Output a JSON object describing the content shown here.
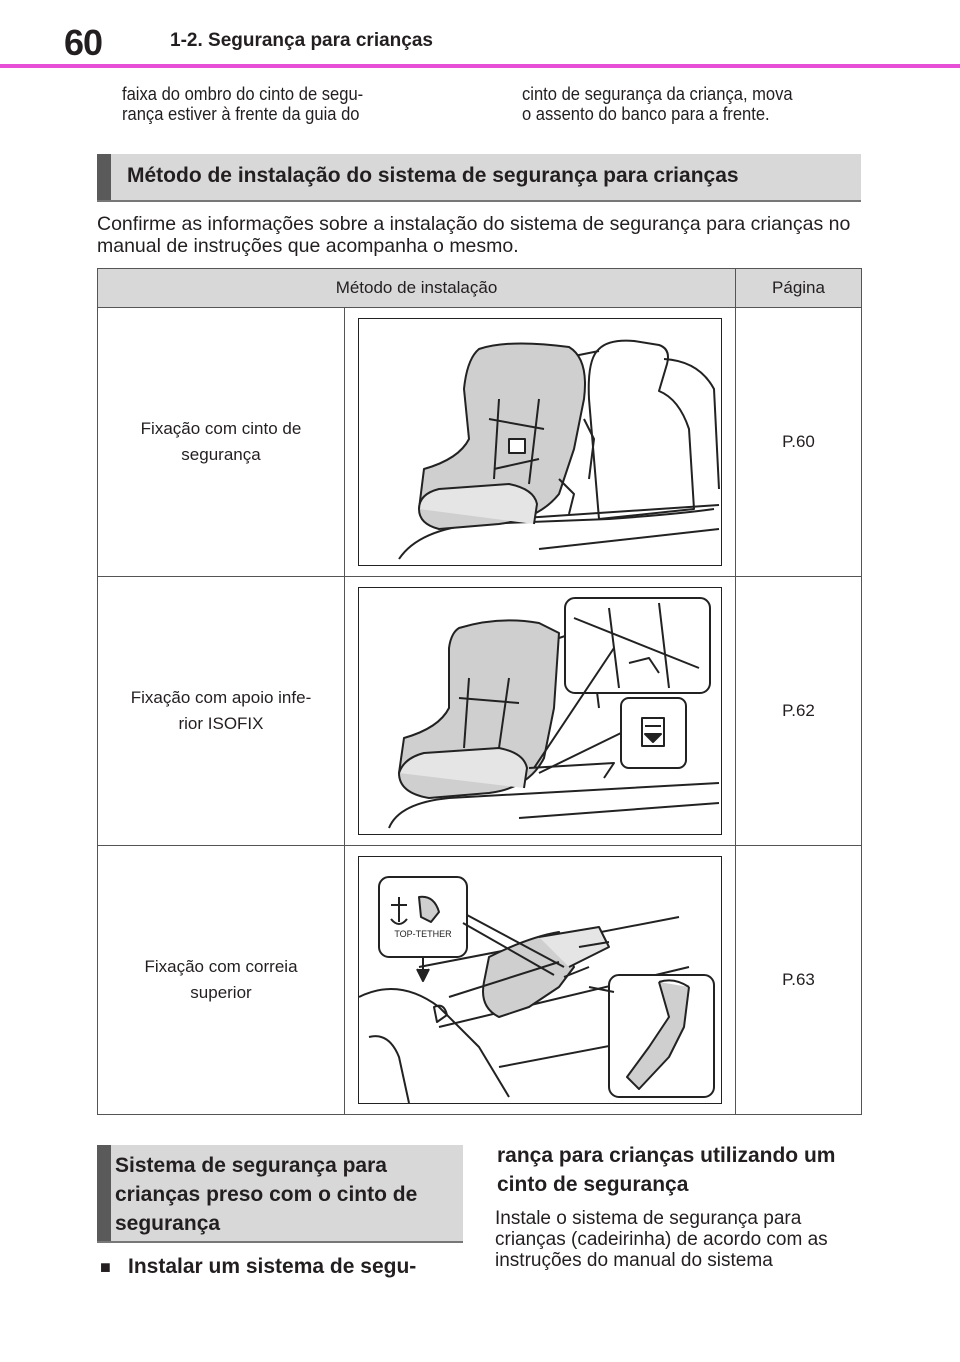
{
  "header": {
    "page_number": "60",
    "section_title": "1-2. Segurança para crianças"
  },
  "continuation": {
    "left": "faixa do ombro do cinto de segu-\nrança estiver à frente da guia do",
    "right": "cinto de segurança da criança, mova\no assento do banco para a frente."
  },
  "section1": {
    "heading": "Método de instalação do sistema de segurança para crianças",
    "intro": "Confirme as informações sobre a instalação do sistema de segurança para crianças no manual de instruções que acompanha o mesmo."
  },
  "table": {
    "headers": [
      "Método de instalação",
      "Página"
    ],
    "rows": [
      {
        "method": "Fixação com cinto de segurança",
        "page": "P.60",
        "image_icon": "seat-belt-installation-illustration"
      },
      {
        "method": "Fixação com apoio infe-\nrior ISOFIX",
        "page": "P.62",
        "image_icon": "isofix-installation-illustration"
      },
      {
        "method": "Fixação com correia superior",
        "page": "P.63",
        "image_icon": "top-tether-installation-illustration",
        "image_label": "TOP-TETHER"
      }
    ]
  },
  "section2": {
    "heading": "Sistema de segurança para crianças preso com o cinto de segurança",
    "subheading_left": "Instalar um sistema de segu-",
    "subheading_right": "rança para crianças utilizando um cinto de segurança",
    "body": "Instale o sistema de segurança para crianças (cadeirinha) de acordo com as instruções do manual do sistema"
  }
}
